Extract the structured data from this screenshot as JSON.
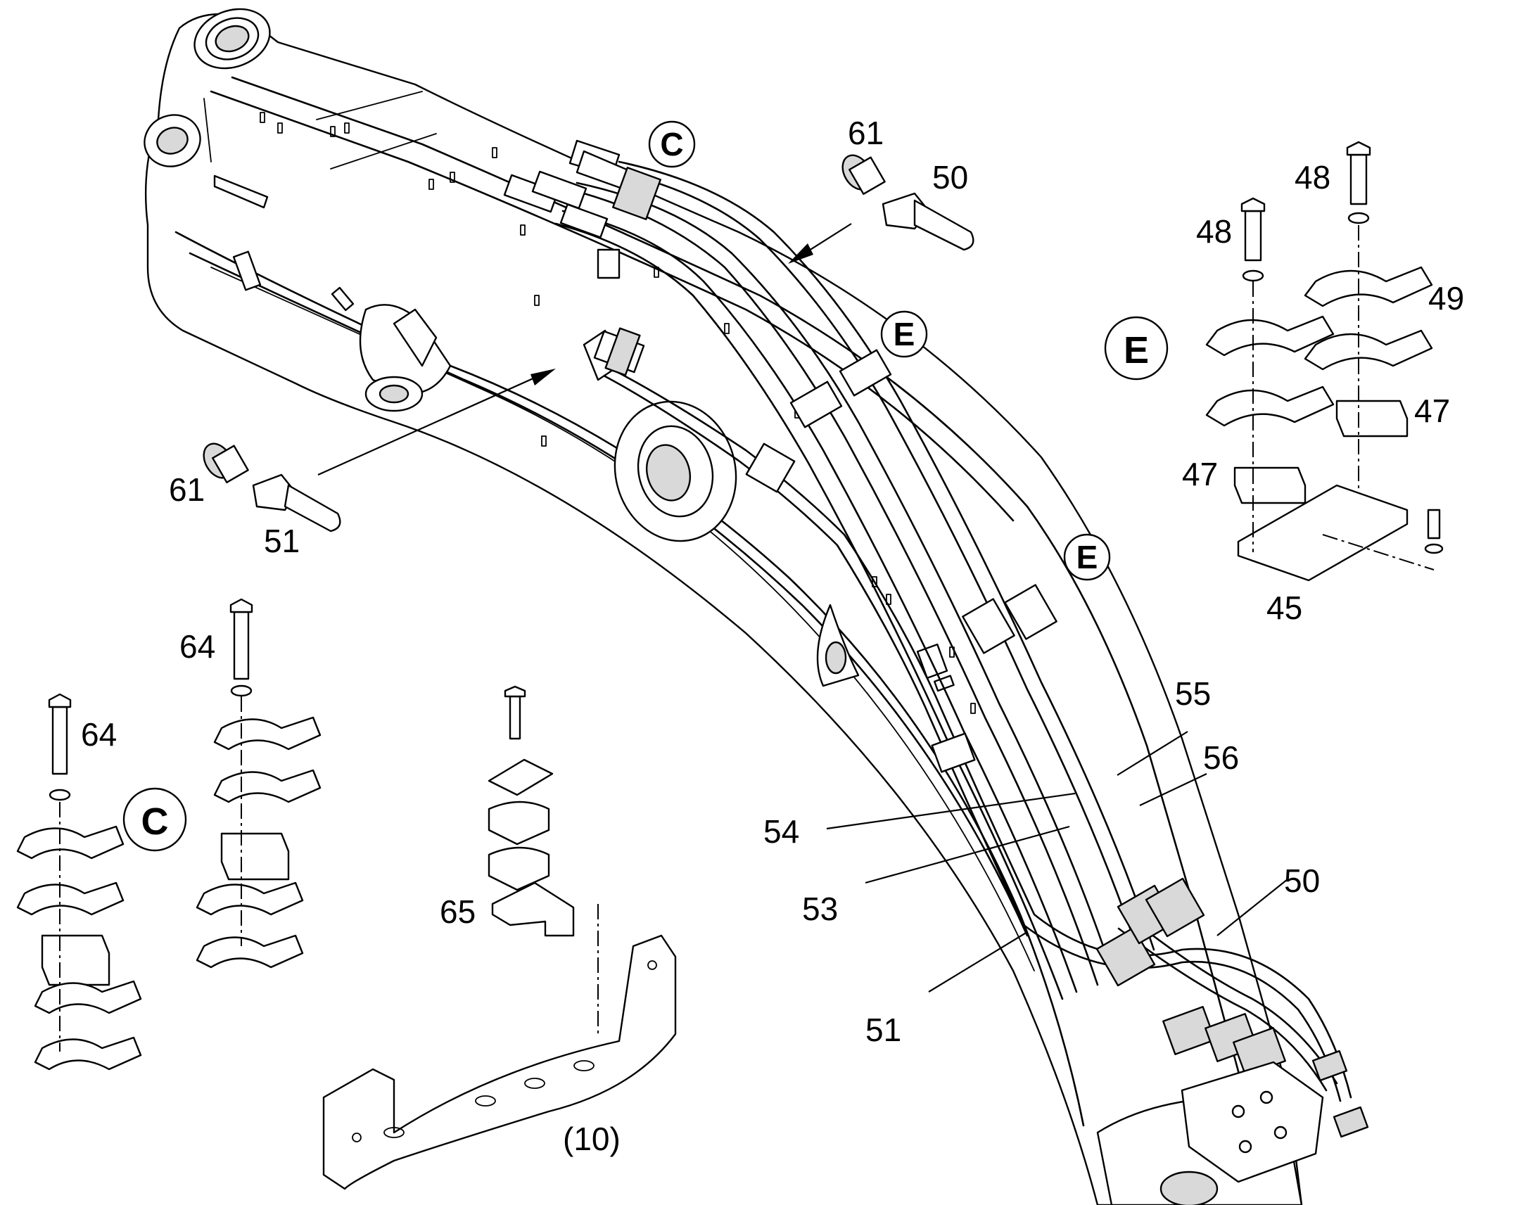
{
  "callouts": {
    "c_top": "C",
    "e_boom_upper": "E",
    "e_detail": "E",
    "e_boom_lower": "E",
    "c_detail": "C"
  },
  "part_numbers": {
    "p61_top": "61",
    "p50_top": "50",
    "p48_left": "48",
    "p48_right": "48",
    "p49": "49",
    "p47_right": "47",
    "p47_left": "47",
    "p45": "45",
    "p61_left": "61",
    "p51_left": "51",
    "p64_upper": "64",
    "p64_lower": "64",
    "p65": "65",
    "p10": "(10)",
    "p55": "55",
    "p56": "56",
    "p54": "54",
    "p53": "53",
    "p50_lower": "50",
    "p51_lower": "51"
  }
}
